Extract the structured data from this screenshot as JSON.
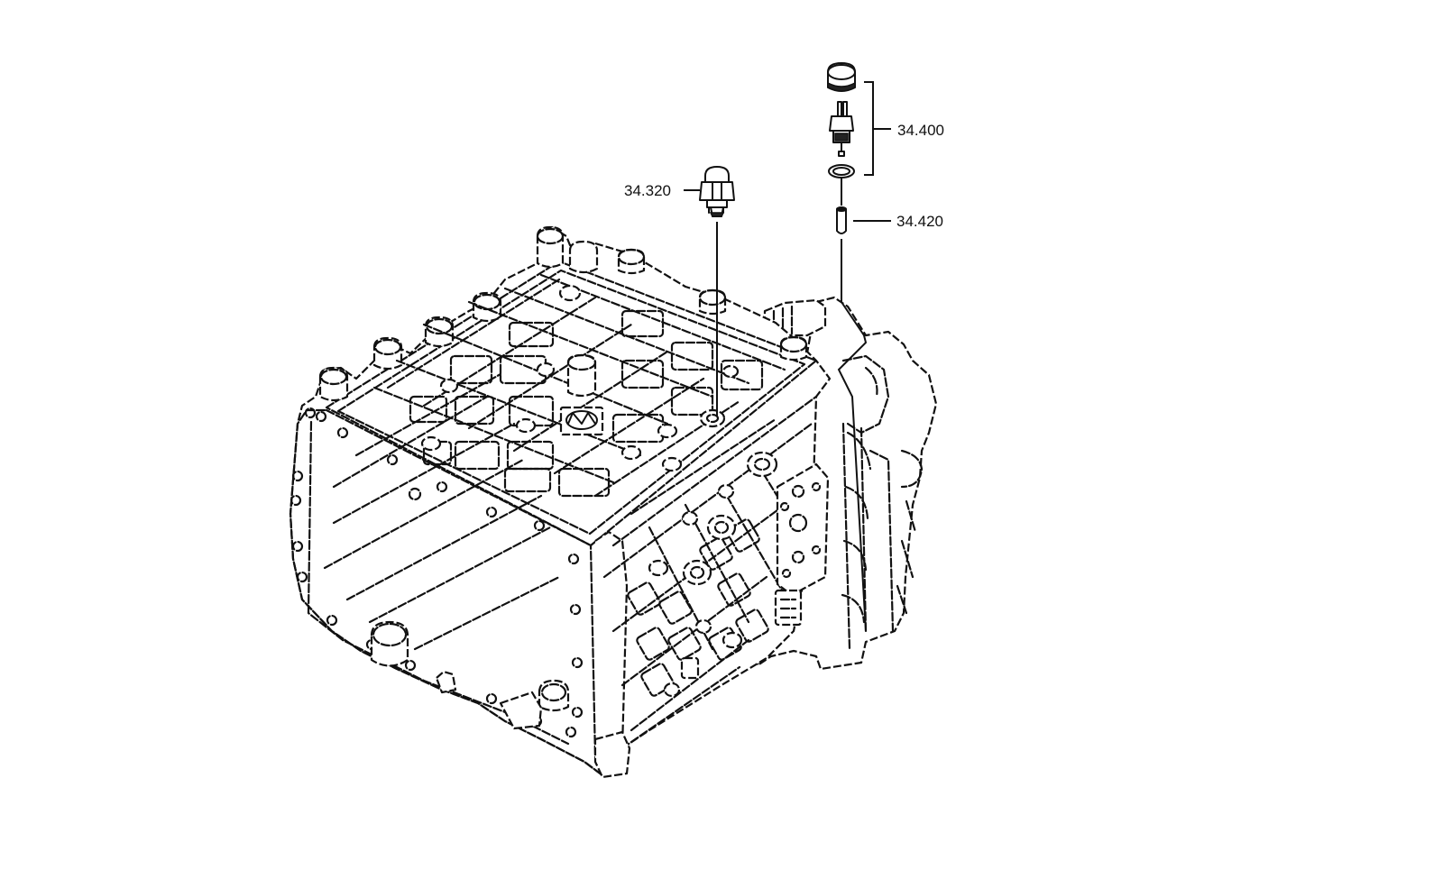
{
  "callouts": {
    "part_34320": "34.320",
    "part_34400": "34.400",
    "part_34420": "34.420"
  }
}
